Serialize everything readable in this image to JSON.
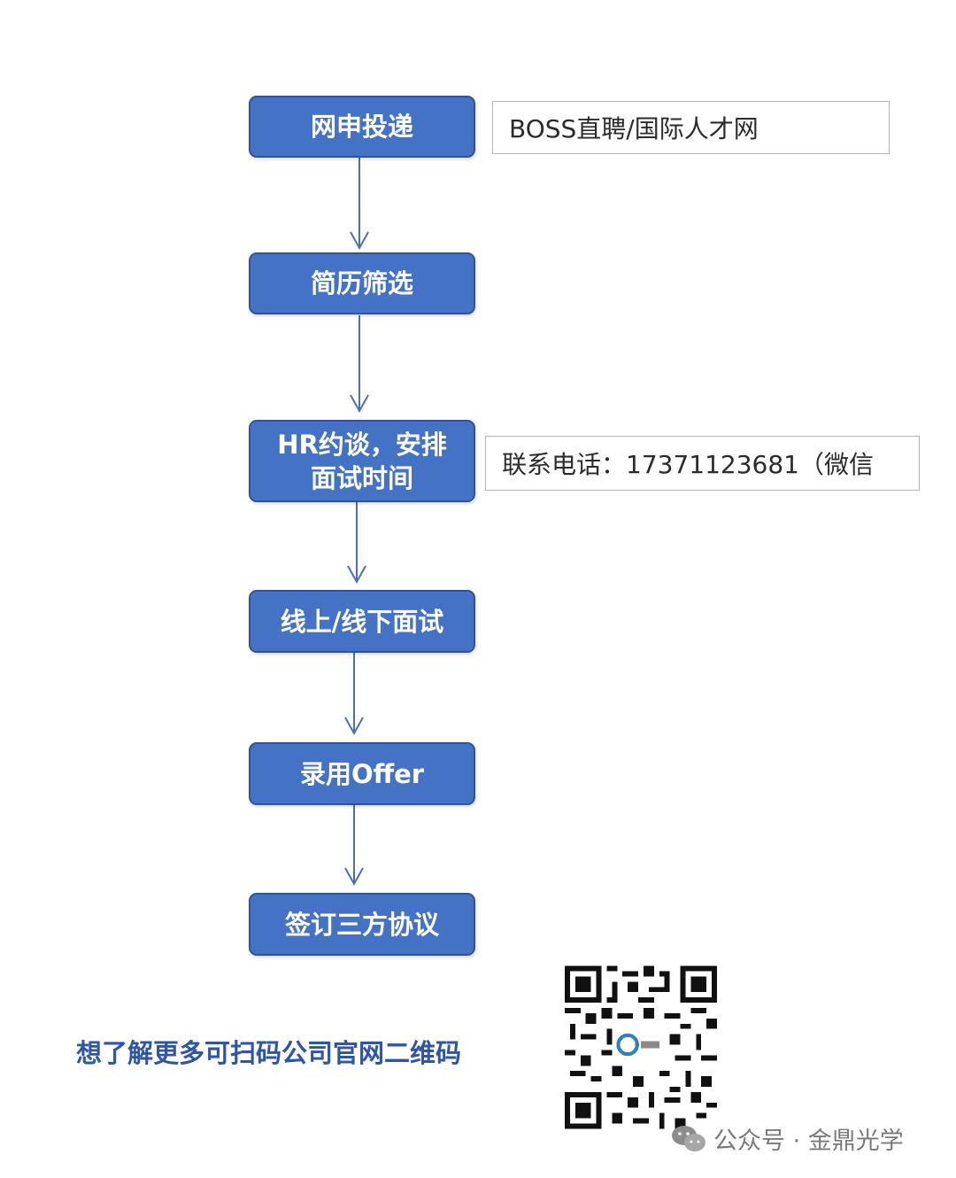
{
  "steps": [
    {
      "label": "网申投递"
    },
    {
      "label": "简历筛选"
    },
    {
      "label": "HR约谈，安排\n面试时间"
    },
    {
      "label": "线上/线下面试"
    },
    {
      "label": "录用Offer"
    },
    {
      "label": "签订三方协议"
    }
  ],
  "notes": {
    "channel": "BOSS直聘/国际人才网",
    "contact": "联系电话：17371123681（微信"
  },
  "qr_hint": "想了解更多可扫码公司官网二维码",
  "watermark": {
    "text": "公众号 · 金鼎光学",
    "icon": "wechat-icon"
  },
  "colors": {
    "step_fill": "#4472c4",
    "step_border": "#2f5597",
    "arrow": "#4a6fb5",
    "hint_text": "#2e55a6"
  }
}
